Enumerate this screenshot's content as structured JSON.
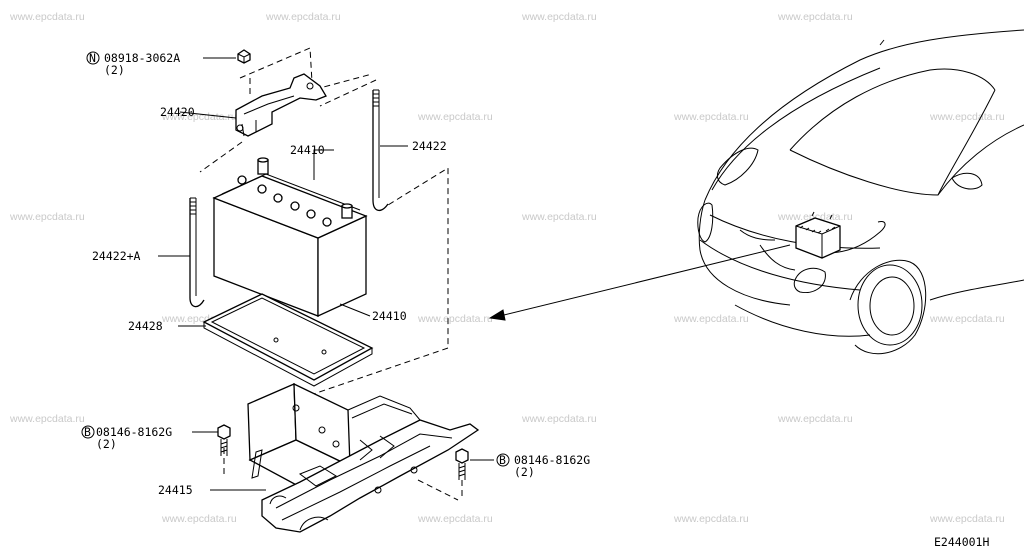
{
  "watermark": "www.epcdata.ru",
  "diagram_code": "E244001H",
  "callouts": {
    "nut": {
      "prefix": "N",
      "code": "08918-3062A",
      "qty": "(2)"
    },
    "clamp": "24420",
    "rod_right": "24422",
    "battery_top": "24410",
    "rod_left": "24422+A",
    "battery_side": "24410",
    "tray": "24428",
    "bolt_left": {
      "prefix": "B",
      "code": "08146-8162G",
      "qty": "(2)"
    },
    "bracket": "24415",
    "bolt_right": {
      "prefix": "B",
      "code": "08146-8162G",
      "qty": "(2)"
    }
  }
}
